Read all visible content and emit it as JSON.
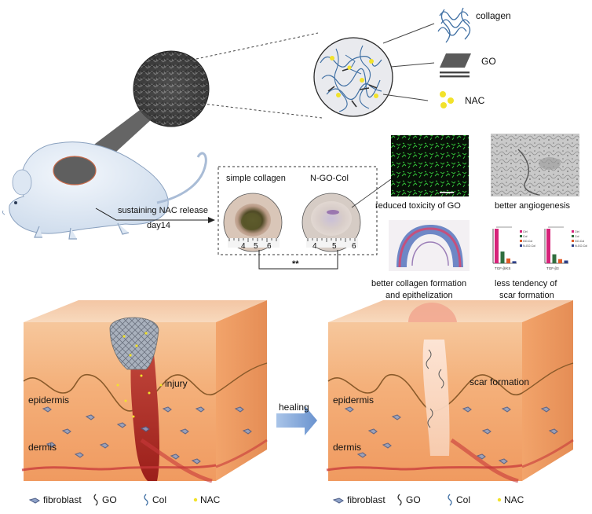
{
  "composite": {
    "legend": {
      "collagen": "collagen",
      "go": "GO",
      "nac": "NAC"
    }
  },
  "release": {
    "line1": "sustaining NAC release",
    "line2": "day14"
  },
  "wound_photos": {
    "left_title": "simple collagen",
    "right_title": "N-GO-Col",
    "significance": "**",
    "ruler_left": [
      "4",
      "5",
      "6"
    ],
    "ruler_right": [
      "4",
      "5",
      "6"
    ]
  },
  "results": {
    "toxicity": "reduced toxicity of GO",
    "angiogenesis": "better angiogenesis",
    "collagen_line1": "better collagen formation",
    "collagen_line2": "and epithelization",
    "scar_line1": "less tendency of",
    "scar_line2": "scar formation"
  },
  "mini_charts": {
    "left_xlabel": "TGF-β/KS",
    "right_xlabel": "TGF-β3",
    "legend": [
      "Ctrl",
      "Col",
      "GO-Col",
      "N-GO-Col"
    ],
    "colors": [
      "#d6237a",
      "#2f6e3e",
      "#e05b2a",
      "#2c3e86"
    ],
    "left_values": [
      1.0,
      0.34,
      0.14,
      0.06
    ],
    "right_values": [
      1.0,
      0.26,
      0.12,
      0.08
    ]
  },
  "skin_left": {
    "injury": "injury",
    "epidermis": "epidermis",
    "dermis": "dermis"
  },
  "skin_right": {
    "scar": "scar formation",
    "epidermis": "epidermis",
    "dermis": "dermis"
  },
  "arrow_label": "healing",
  "bottom_legend": {
    "fibroblast": "fibroblast",
    "go": "GO",
    "col": "Col",
    "nac": "NAC"
  }
}
